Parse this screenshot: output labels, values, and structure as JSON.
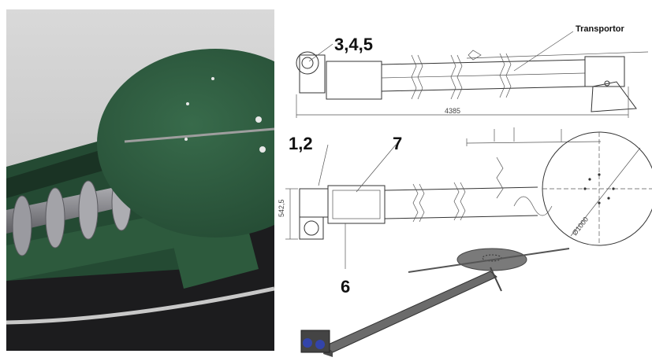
{
  "labels": {
    "callout_345": "3,4,5",
    "transportor": "Transportor",
    "callout_12": "1,2",
    "callout_7": "7",
    "callout_6": "6"
  },
  "dimensions": {
    "length": "4385",
    "height": "542,5",
    "disc_diameter": "Ø1000"
  },
  "colors": {
    "machine_green": "#2d5a3d",
    "auger_grey": "#8c8c91",
    "floor_dark": "#1c1c1e"
  }
}
